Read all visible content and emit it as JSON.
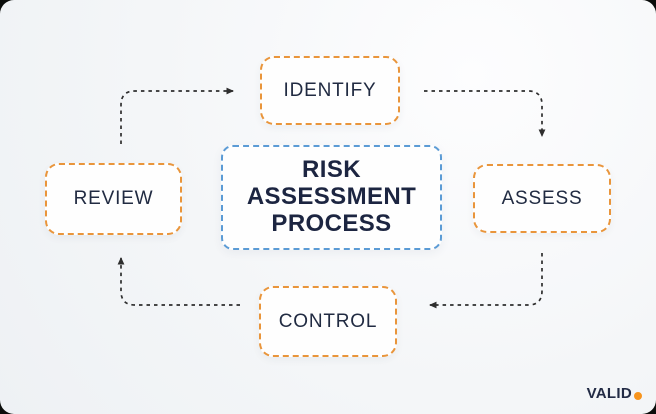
{
  "title": "Risk Assessment Process cycle diagram",
  "colors": {
    "outside_background": "#0B0D0B",
    "card_background": "#F4F6F8",
    "node_border": "#E9953B",
    "center_border": "#5B9BD5",
    "arrow": "#2E2E2E",
    "text": "#212B42",
    "logo_dot": "#F7941D"
  },
  "diagram": {
    "center_label": "RISK\nASSESSMENT\nPROCESS",
    "nodes": [
      {
        "id": "identify",
        "label": "IDENTIFY",
        "position": "top"
      },
      {
        "id": "assess",
        "label": "ASSESS",
        "position": "right"
      },
      {
        "id": "control",
        "label": "CONTROL",
        "position": "bottom"
      },
      {
        "id": "review",
        "label": "REVIEW",
        "position": "left"
      }
    ],
    "arrows": [
      {
        "from": "review",
        "to": "identify"
      },
      {
        "from": "identify",
        "to": "assess"
      },
      {
        "from": "assess",
        "to": "control"
      },
      {
        "from": "control",
        "to": "review"
      }
    ]
  },
  "logo": {
    "text": "VALID"
  }
}
